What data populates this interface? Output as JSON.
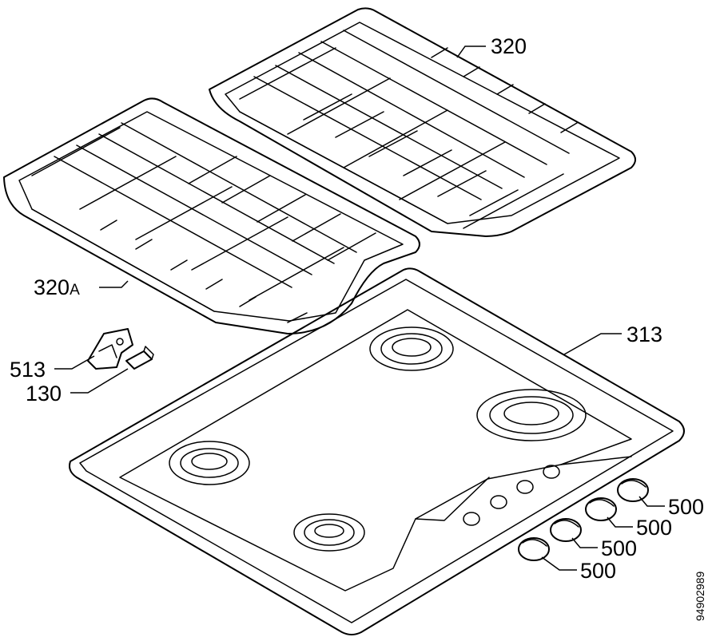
{
  "labels": {
    "grid_right": "320",
    "grid_left_num": "320",
    "grid_left_suffix": "A",
    "hob": "313",
    "bracket": "513",
    "pad": "130",
    "knob_1": "500",
    "knob_2": "500",
    "knob_3": "500",
    "knob_4": "500"
  },
  "drawing_code": "94902989"
}
